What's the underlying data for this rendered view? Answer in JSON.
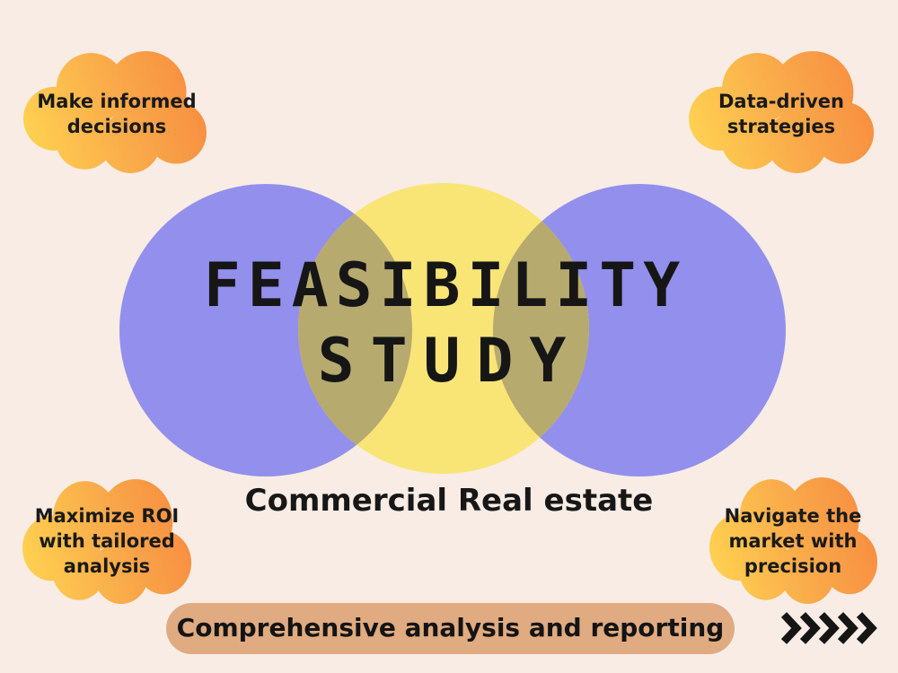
{
  "colors": {
    "background": "#F8ECE4",
    "venn_purple": "#9290EC",
    "venn_yellow": "#F9E576",
    "venn_overlap": "#B6AA6F",
    "cloud_gradient_from": "#FFD351",
    "cloud_gradient_mid": "#F9A94A",
    "cloud_gradient_to": "#F78C40",
    "banner_bg": "#E0AB81",
    "text": "#1A1A1A",
    "chevron": "#151515"
  },
  "title": {
    "line1": "FEASIBILITY",
    "line2": "STUDY"
  },
  "subtitle": "Commercial Real estate",
  "clouds": {
    "top_left": {
      "lines": [
        "Make informed",
        "decisions"
      ]
    },
    "top_right": {
      "lines": [
        "Data-driven",
        "strategies"
      ]
    },
    "bottom_left": {
      "lines": [
        "Maximize ROI",
        "with tailored",
        "analysis"
      ]
    },
    "bottom_right": {
      "lines": [
        "Navigate the",
        "market with",
        "precision"
      ]
    }
  },
  "banner": {
    "label": "Comprehensive analysis and reporting"
  },
  "chevrons": {
    "count": 5,
    "direction": "right"
  }
}
